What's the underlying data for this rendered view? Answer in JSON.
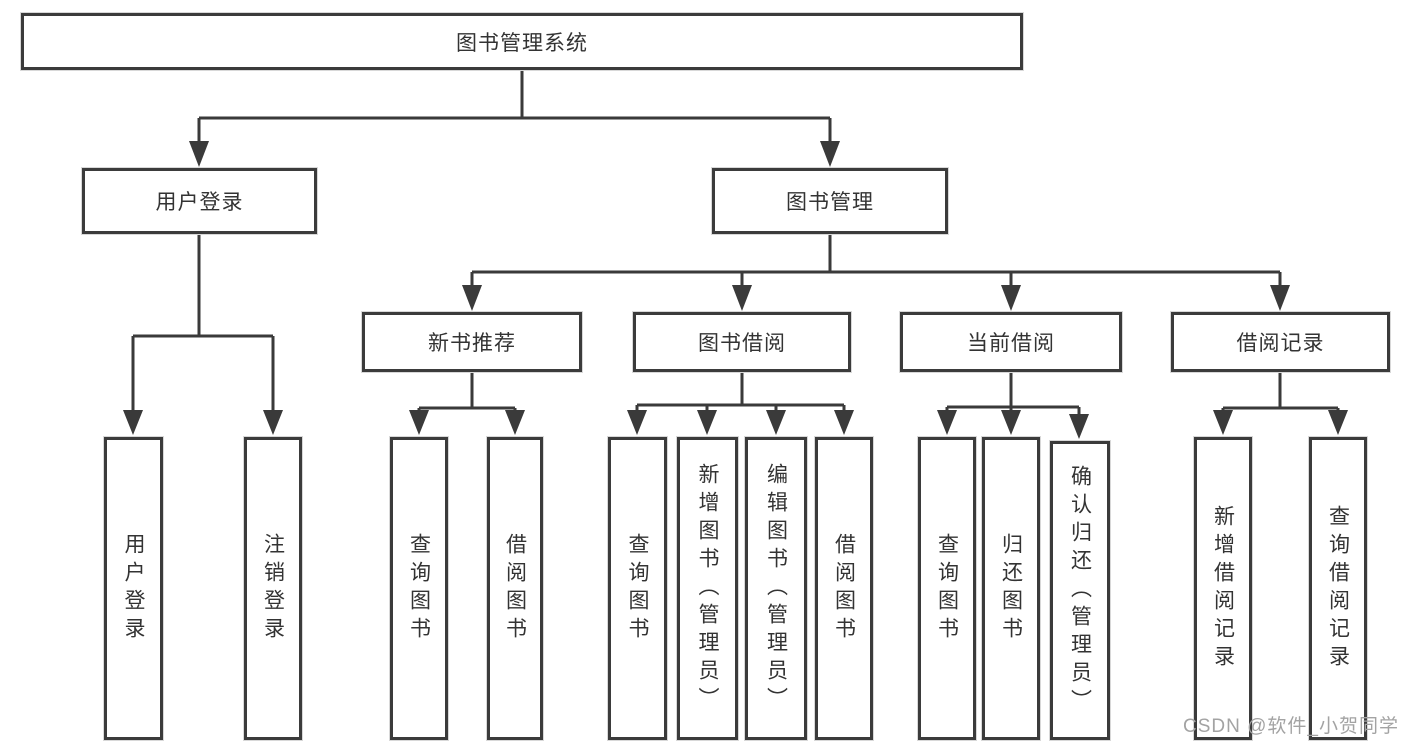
{
  "diagram": {
    "root": {
      "label": "图书管理系统"
    },
    "children": [
      {
        "label": "用户登录",
        "children": [
          {
            "label": "用户登录"
          },
          {
            "label": "注销登录"
          }
        ]
      },
      {
        "label": "图书管理",
        "children": [
          {
            "label": "新书推荐",
            "children": [
              {
                "label": "查询图书"
              },
              {
                "label": "借阅图书"
              }
            ]
          },
          {
            "label": "图书借阅",
            "children": [
              {
                "label": "查询图书"
              },
              {
                "label": "新增图书（管理员）"
              },
              {
                "label": "编辑图书（管理员）"
              },
              {
                "label": "借阅图书"
              }
            ]
          },
          {
            "label": "当前借阅",
            "children": [
              {
                "label": "查询图书"
              },
              {
                "label": "归还图书"
              },
              {
                "label": "确认归还（管理员）"
              }
            ]
          },
          {
            "label": "借阅记录",
            "children": [
              {
                "label": "新增借阅记录"
              },
              {
                "label": "查询借阅记录"
              }
            ]
          }
        ]
      }
    ]
  },
  "watermark": {
    "text": "CSDN @软件_小贺同学"
  },
  "colors": {
    "line": "#3a3a3a",
    "border": "#3b3b3b",
    "text": "#333333",
    "watermark": "#a3a3a3",
    "background": "#ffffff"
  }
}
